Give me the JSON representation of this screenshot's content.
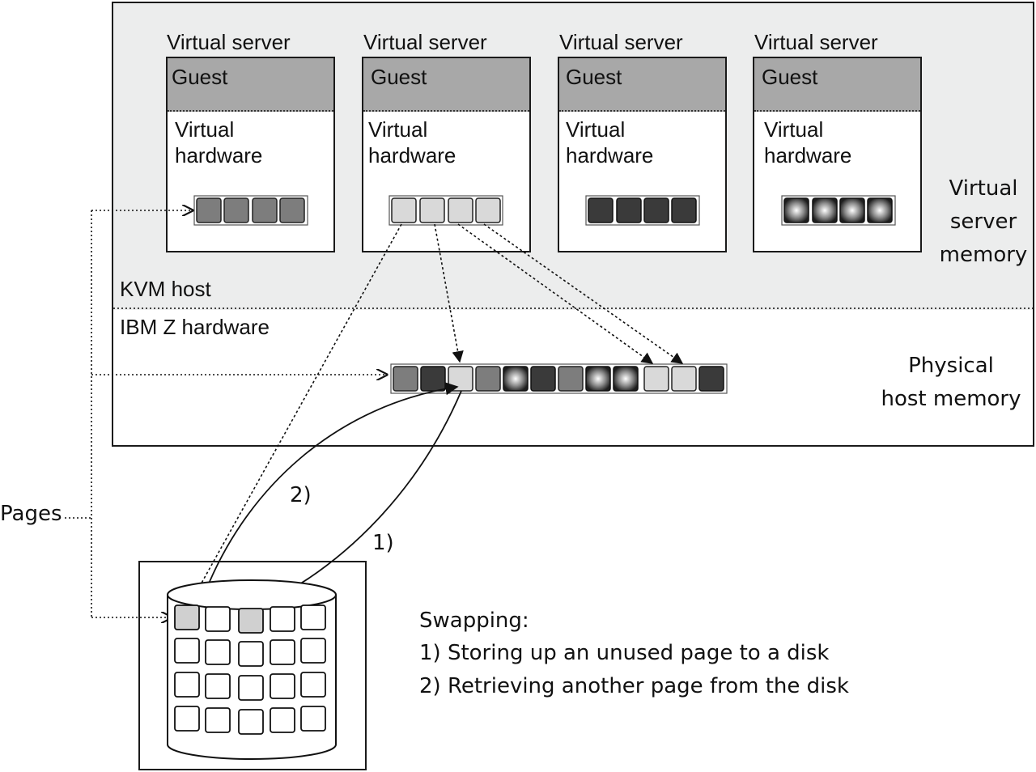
{
  "kvm_host_label": "KVM host",
  "ibm_label": "IBM Z hardware",
  "virtual_servers": [
    {
      "title": "Virtual server",
      "guest": "Guest",
      "hardware_line1": "Virtual",
      "hardware_line2": "hardware"
    },
    {
      "title": "Virtual server",
      "guest": "Guest",
      "hardware_line1": "Virtual",
      "hardware_line2": "hardware"
    },
    {
      "title": "Virtual server",
      "guest": "Guest",
      "hardware_line1": "Virtual",
      "hardware_line2": "hardware"
    },
    {
      "title": "Virtual server",
      "guest": "Guest",
      "hardware_line1": "Virtual",
      "hardware_line2": "hardware"
    }
  ],
  "vs_memory_label": {
    "line1": "Virtual",
    "line2": "server",
    "line3": "memory"
  },
  "phys_memory_label": {
    "line1": "Physical",
    "line2": "host memory"
  },
  "pages_label": "Pages",
  "arrow_labels": {
    "a2": "2)",
    "a1": "1)"
  },
  "swapping": {
    "title": "Swapping:",
    "item1": "1) Storing up an unused page to a disk",
    "item2": "2) Retrieving another page from the disk"
  },
  "colors": {
    "page_mid": "#7d7d7d",
    "page_light": "#d9d9d9",
    "page_dark": "#3a3a3a",
    "guest_header": "#a8a8a8",
    "kvm_background": "#eceded"
  },
  "page_patterns": {
    "server_1": [
      "mid",
      "mid",
      "mid",
      "mid"
    ],
    "server_2": [
      "light",
      "light",
      "light",
      "light"
    ],
    "server_3": [
      "dark",
      "dark",
      "dark",
      "dark"
    ],
    "server_4": [
      "radial",
      "radial",
      "radial",
      "radial"
    ],
    "physical": [
      "mid",
      "dark",
      "light",
      "mid",
      "radial",
      "dark",
      "mid",
      "radial",
      "radial",
      "light",
      "light",
      "dark"
    ]
  }
}
